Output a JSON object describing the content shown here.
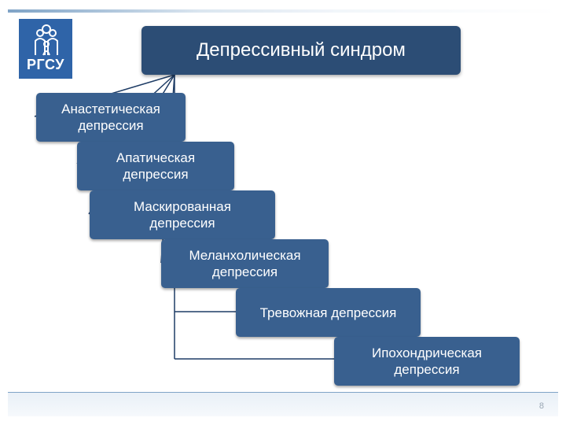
{
  "title": "Депрессивный синдром",
  "logo": {
    "text": "РГСУ"
  },
  "page_number": "8",
  "subtypes": [
    "Анастетическая\nдепрессия",
    "Апатическая\nдепрессия",
    "Маскированная\nдепрессия",
    "Меланхолическая\nдепрессия",
    "Тревожная депрессия",
    "Ипохондрическая\nдепрессия"
  ],
  "colors": {
    "title_box": "#2c4d75",
    "step_box": "#39608f",
    "logo": "#2f64a8",
    "connector": "#1f3d66"
  }
}
